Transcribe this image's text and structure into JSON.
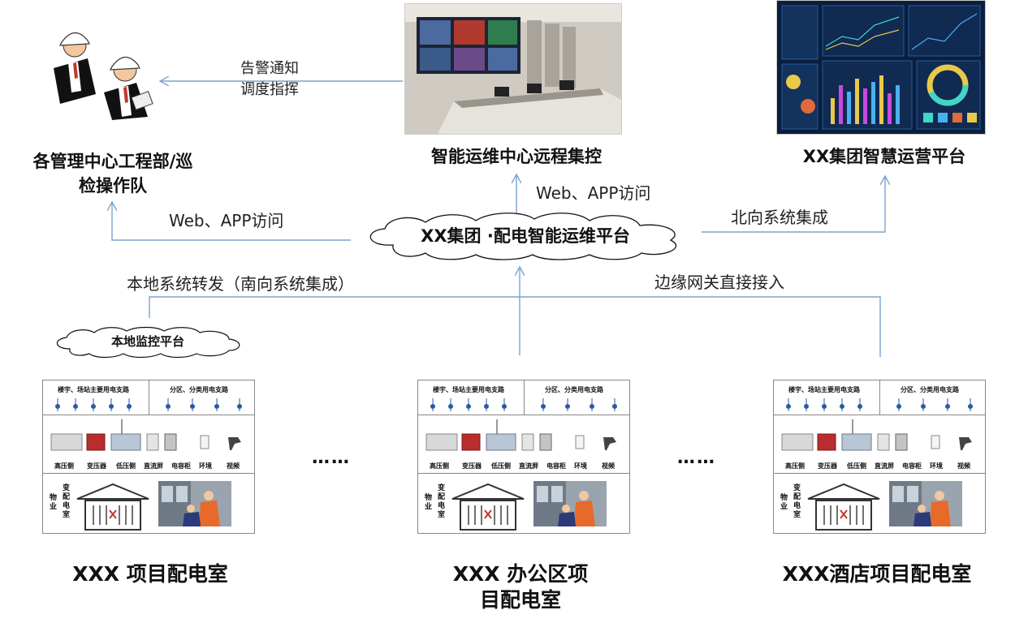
{
  "nodes": {
    "managers": {
      "title_line1": "各管理中心工程部/巡",
      "title_line2": "检操作队"
    },
    "ops_center": {
      "title": "智能运维中心远程集控"
    },
    "group_platform": {
      "title": "XX集团智慧运营平台"
    },
    "cloud_main": {
      "label": "XX集团 ·配电智能运维平台"
    },
    "cloud_local": {
      "label": "本地监控平台"
    }
  },
  "edges": {
    "alarm": {
      "line1": "告警通知",
      "line2": "调度指挥"
    },
    "web_app_left": "Web、APP访问",
    "web_app_top": "Web、APP访问",
    "north": "北向系统集成",
    "south": "本地系统转发（南向系统集成）",
    "edge_gw": "边缘网关直接接入"
  },
  "room_panel": {
    "header_left": "楼宇、场站主要用电支路",
    "header_right": "分区、分类用电支路",
    "equipment": [
      "高压侧",
      "变压器",
      "低压侧",
      "直流屏",
      "电容柜",
      "环境",
      "视频"
    ],
    "property_label": "物业",
    "substation_label": "变配电室"
  },
  "rooms": [
    {
      "title_line1": "XXX 项目配电室",
      "title_line2": ""
    },
    {
      "title_line1": "XXX 办公区项",
      "title_line2": "目配电室"
    },
    {
      "title_line1": "XXX酒店项目配电室",
      "title_line2": ""
    }
  ],
  "ellipsis": "……",
  "colors": {
    "arrow": "#7ba3d0",
    "accent_red": "#c0392b"
  }
}
